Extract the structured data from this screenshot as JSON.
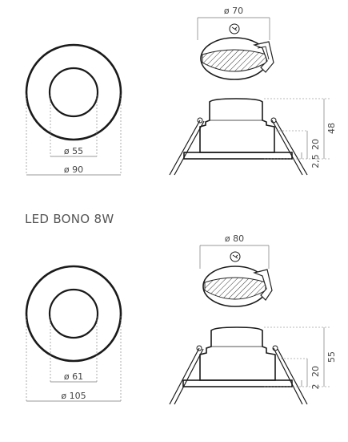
{
  "heading": "LED BONO 8W",
  "top": {
    "front": {
      "inner_dim": "ø 55",
      "outer_dim": "ø 90"
    },
    "cutout_dim": "ø 70",
    "height_dim": "48",
    "clip_dim": "20",
    "flange_dim": "2,5"
  },
  "bottom": {
    "front": {
      "inner_dim": "ø 61",
      "outer_dim": "ø 105"
    },
    "cutout_dim": "ø 80",
    "height_dim": "55",
    "clip_dim": "20",
    "flange_dim": "2"
  },
  "icons": [
    "rotate-icon"
  ]
}
